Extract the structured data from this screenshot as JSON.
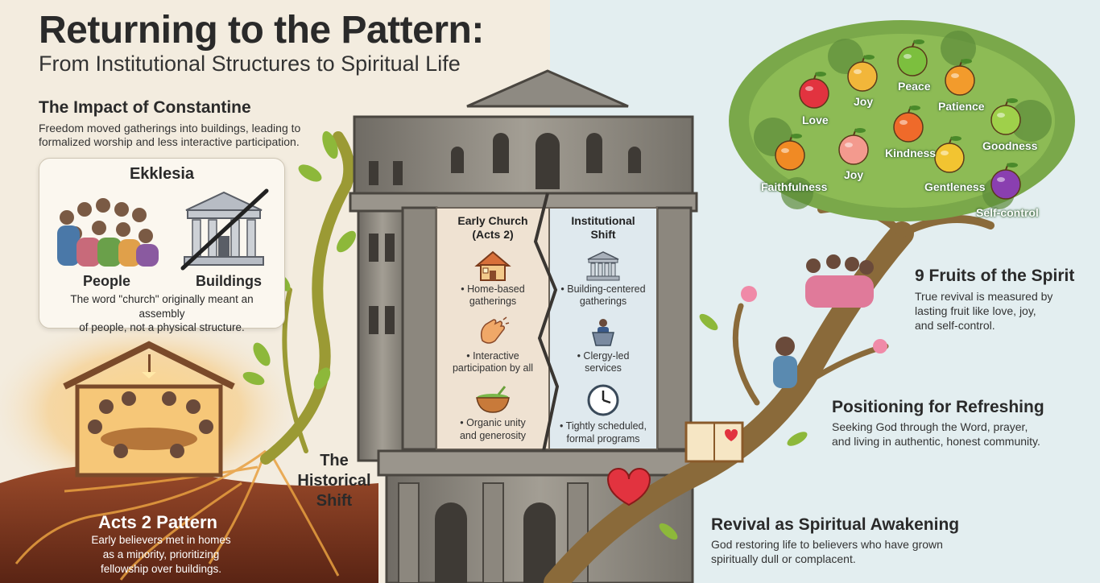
{
  "header": {
    "title": "Returning to the Pattern:",
    "subtitle": "From Institutional Structures to Spiritual Life"
  },
  "constantine": {
    "heading": "The Impact of Constantine",
    "text_line1": "Freedom moved gatherings into buildings, leading to",
    "text_line2": "formalized worship and less interactive participation."
  },
  "ekklesia": {
    "title": "Ekklesia",
    "people_label": "People",
    "buildings_label": "Buildings",
    "desc_line1": "The word \"church\" originally meant an assembly",
    "desc_line2": "of people, not a physical structure."
  },
  "acts2": {
    "heading": "Acts 2 Pattern",
    "line1": "Early believers met in homes",
    "line2": "as a minority, prioritizing",
    "line3": "fellowship over buildings."
  },
  "historical_shift": {
    "line1": "The",
    "line2": "Historical",
    "line3": "Shift"
  },
  "early_church": {
    "heading_line1": "Early Church",
    "heading_line2": "(Acts 2)",
    "items": [
      {
        "line1": "• Home-based",
        "line2": "gatherings",
        "icon": "house-icon"
      },
      {
        "line1": "• Interactive",
        "line2": "participation by all",
        "icon": "clapping-hands-icon"
      },
      {
        "line1": "• Organic unity",
        "line2": "and generosity",
        "icon": "bowl-icon"
      }
    ]
  },
  "institutional_shift": {
    "heading_line1": "Institutional",
    "heading_line2": "Shift",
    "items": [
      {
        "line1": "• Building-centered",
        "line2": "gatherings",
        "icon": "building-icon"
      },
      {
        "line1": "• Clergy-led",
        "line2": "services",
        "icon": "pulpit-icon"
      },
      {
        "line1": "• Tightly scheduled,",
        "line2": "formal programs",
        "icon": "clock-icon"
      }
    ]
  },
  "fruits": {
    "labels": [
      "Love",
      "Joy",
      "Peace",
      "Patience",
      "Kindness",
      "Goodness",
      "Faithfulness",
      "Joy",
      "Gentleness",
      "Self-control"
    ],
    "colors": [
      "#e2333f",
      "#f2b63a",
      "#7cbf3e",
      "#f29b2c",
      "#ef6a2a",
      "#9fd04a",
      "#f08a24",
      "#f39a8e",
      "#f2c431",
      "#8a3fb0"
    ]
  },
  "nine_fruits": {
    "heading": "9 Fruits of the Spirit",
    "line1": "True revival is measured by",
    "line2": "lasting fruit like love, joy,",
    "line3": "and self-control."
  },
  "refreshing": {
    "heading": "Positioning for Refreshing",
    "line1": "Seeking God through the Word, prayer,",
    "line2": "and living in authentic, honest community."
  },
  "revival": {
    "heading": "Revival as Spiritual Awakening",
    "line1": "God restoring life to believers who have grown",
    "line2": "spiritually dull or complacent."
  },
  "colors": {
    "left_bg": "#f3ecdf",
    "right_bg": "#e3eef0",
    "vine": "#8a8a2a",
    "roots": "#d98a2a",
    "stone": "#8e8a82"
  }
}
